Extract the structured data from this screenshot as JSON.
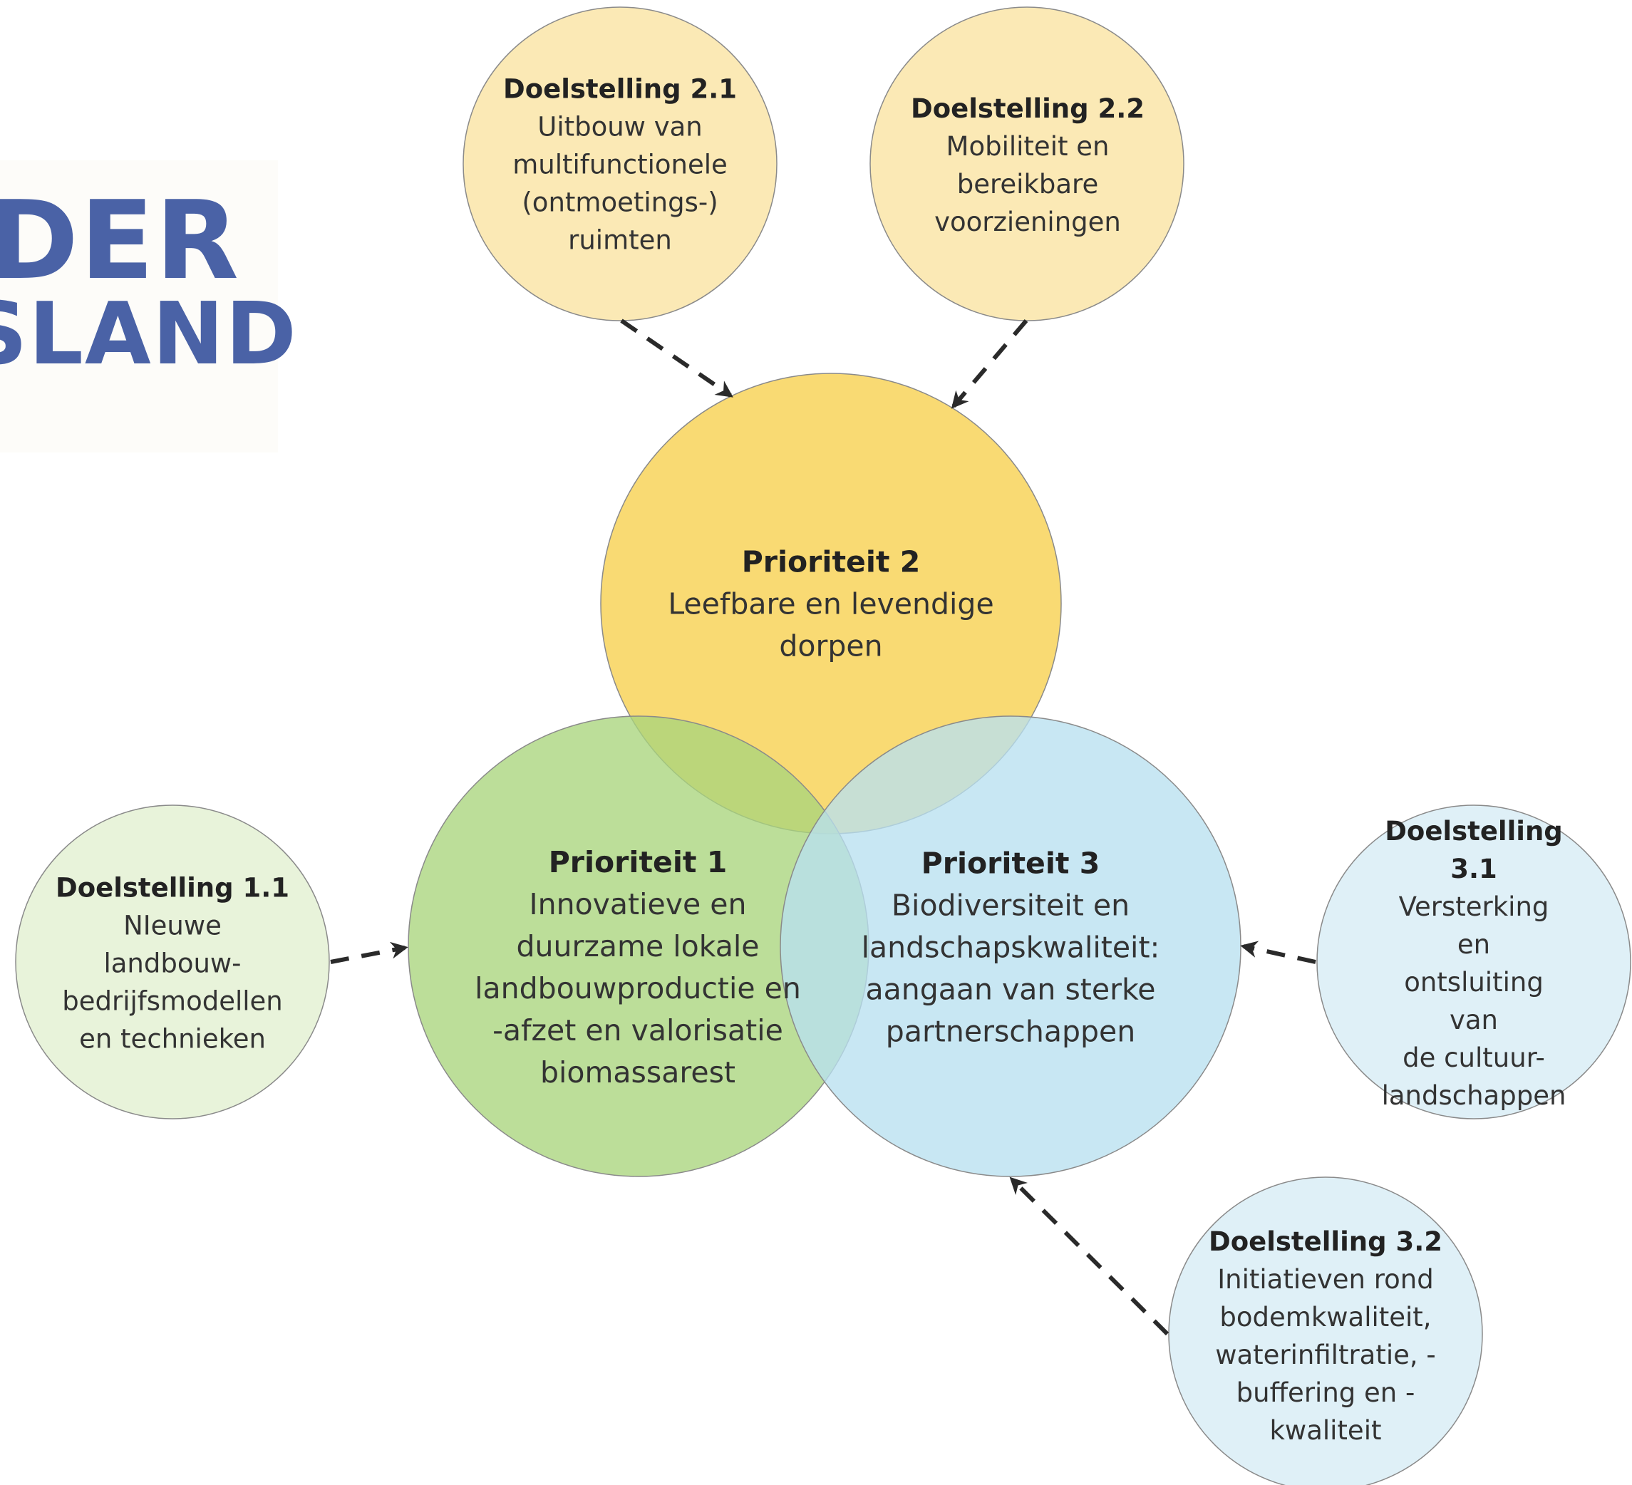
{
  "logo": {
    "line1": "DER",
    "line2": "SLAND"
  },
  "colors": {
    "prio1": "#b6dc8f",
    "prio2": "#f9d76b",
    "prio3": "#bfe3f1",
    "goal1": "#e8f3da",
    "goal2": "#fbe9b5",
    "goal3": "#dff0f7",
    "arrow": "#2a2a2a",
    "logo": "#4a62a6"
  },
  "priorities": {
    "p1": {
      "title": "Prioriteit 1",
      "desc": "Innovatieve en\nduurzame lokale\nlandbouwproductie en\n-afzet en valorisatie\nbiomassarest"
    },
    "p2": {
      "title": "Prioriteit 2",
      "desc": "Leefbare en levendige\ndorpen"
    },
    "p3": {
      "title": "Prioriteit 3",
      "desc": "Biodiversiteit en\nlandschapskwaliteit:\naangaan van sterke\npartnerschappen"
    }
  },
  "goals": {
    "g11": {
      "title": "Doelstelling 1.1",
      "desc": "NIeuwe\nlandbouw-\nbedrijfsmodellen\nen technieken"
    },
    "g21": {
      "title": "Doelstelling 2.1",
      "desc": "Uitbouw van\nmultifunctionele\n(ontmoetings-)\nruimten"
    },
    "g22": {
      "title": "Doelstelling 2.2",
      "desc": "Mobiliteit en\nbereikbare\nvoorzieningen"
    },
    "g31": {
      "title": "Doelstelling 3.1",
      "desc": "Versterking en\nontsluiting van\nde cultuur-\nlandschappen"
    },
    "g32": {
      "title": "Doelstelling 3.2",
      "desc": "Initiatieven rond\nbodemkwaliteit,\nwaterinfiltratie, -\nbuffering en -\nkwaliteit"
    }
  }
}
